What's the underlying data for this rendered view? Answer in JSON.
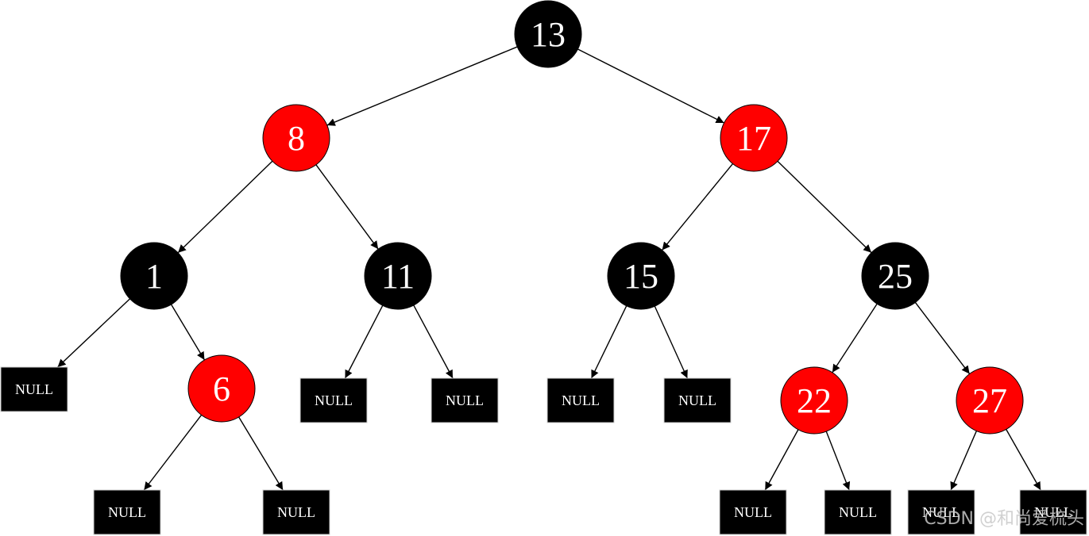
{
  "colors": {
    "red": "#ff0000",
    "black": "#000000",
    "edge": "#000000",
    "text": "#ffffff"
  },
  "diagram": {
    "type": "red-black-tree",
    "nodes": [
      {
        "id": "n13",
        "label": "13",
        "color": "black",
        "kind": "node"
      },
      {
        "id": "n8",
        "label": "8",
        "color": "red",
        "kind": "node"
      },
      {
        "id": "n17",
        "label": "17",
        "color": "red",
        "kind": "node"
      },
      {
        "id": "n1",
        "label": "1",
        "color": "black",
        "kind": "node"
      },
      {
        "id": "n11",
        "label": "11",
        "color": "black",
        "kind": "node"
      },
      {
        "id": "n15",
        "label": "15",
        "color": "black",
        "kind": "node"
      },
      {
        "id": "n25",
        "label": "25",
        "color": "black",
        "kind": "node"
      },
      {
        "id": "n6",
        "label": "6",
        "color": "red",
        "kind": "node"
      },
      {
        "id": "n22",
        "label": "22",
        "color": "red",
        "kind": "node"
      },
      {
        "id": "n27",
        "label": "27",
        "color": "red",
        "kind": "node"
      },
      {
        "id": "null1L",
        "label": "NULL",
        "color": "black",
        "kind": "null"
      },
      {
        "id": "null6L",
        "label": "NULL",
        "color": "black",
        "kind": "null"
      },
      {
        "id": "null6R",
        "label": "NULL",
        "color": "black",
        "kind": "null"
      },
      {
        "id": "null11L",
        "label": "NULL",
        "color": "black",
        "kind": "null"
      },
      {
        "id": "null11R",
        "label": "NULL",
        "color": "black",
        "kind": "null"
      },
      {
        "id": "null15L",
        "label": "NULL",
        "color": "black",
        "kind": "null"
      },
      {
        "id": "null15R",
        "label": "NULL",
        "color": "black",
        "kind": "null"
      },
      {
        "id": "null22L",
        "label": "NULL",
        "color": "black",
        "kind": "null"
      },
      {
        "id": "null22R",
        "label": "NULL",
        "color": "black",
        "kind": "null"
      },
      {
        "id": "null27L",
        "label": "NULL",
        "color": "black",
        "kind": "null"
      },
      {
        "id": "null27R",
        "label": "NULL",
        "color": "black",
        "kind": "null"
      }
    ],
    "edges": [
      [
        "n13",
        "n8"
      ],
      [
        "n13",
        "n17"
      ],
      [
        "n8",
        "n1"
      ],
      [
        "n8",
        "n11"
      ],
      [
        "n17",
        "n15"
      ],
      [
        "n17",
        "n25"
      ],
      [
        "n1",
        "null1L"
      ],
      [
        "n1",
        "n6"
      ],
      [
        "n6",
        "null6L"
      ],
      [
        "n6",
        "null6R"
      ],
      [
        "n11",
        "null11L"
      ],
      [
        "n11",
        "null11R"
      ],
      [
        "n15",
        "null15L"
      ],
      [
        "n15",
        "null15R"
      ],
      [
        "n25",
        "n22"
      ],
      [
        "n25",
        "n27"
      ],
      [
        "n22",
        "null22L"
      ],
      [
        "n22",
        "null22R"
      ],
      [
        "n27",
        "null27L"
      ],
      [
        "n27",
        "null27R"
      ]
    ]
  },
  "watermark": "CSDN @和尚爱梳头"
}
